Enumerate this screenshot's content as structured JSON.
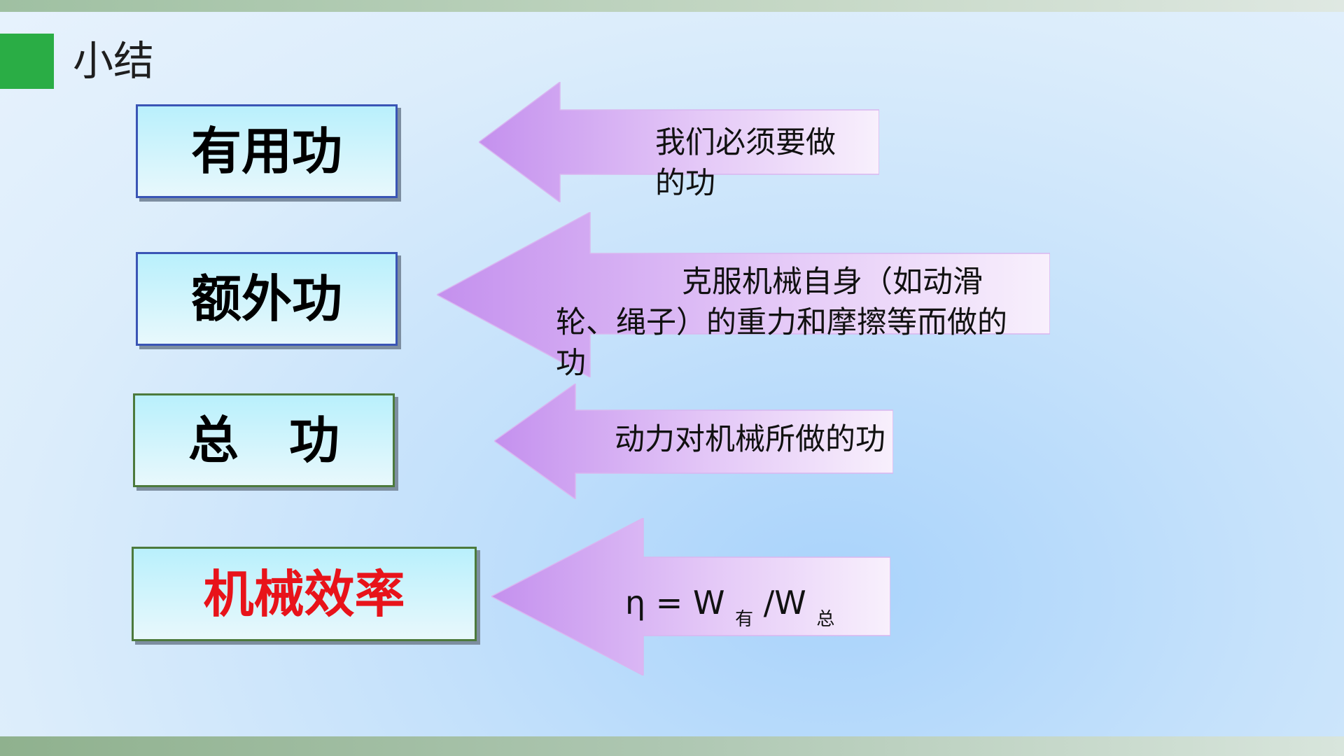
{
  "slide": {
    "title": "小结",
    "items": [
      {
        "term": "有用功",
        "description": "我们必须要做的功"
      },
      {
        "term": "额外功",
        "description": "克服机械自身（如动滑轮、绳子）的重力和摩擦等而做的功"
      },
      {
        "term": "总　功",
        "description": "动力对机械所做的功"
      },
      {
        "term": "机械效率",
        "formula": {
          "eta": "η",
          "eq": "=",
          "w1": "W",
          "sub1": "有",
          "slash": "/W",
          "sub2": "总"
        }
      }
    ]
  },
  "colors": {
    "title_square": "#2aad45",
    "efficiency_term": "#e8131a",
    "box_border_blue": "#3a55b5",
    "box_border_green": "#4c7a3c",
    "arrow_head": "#c490ee",
    "arrow_tail": "#f8f0fc"
  }
}
